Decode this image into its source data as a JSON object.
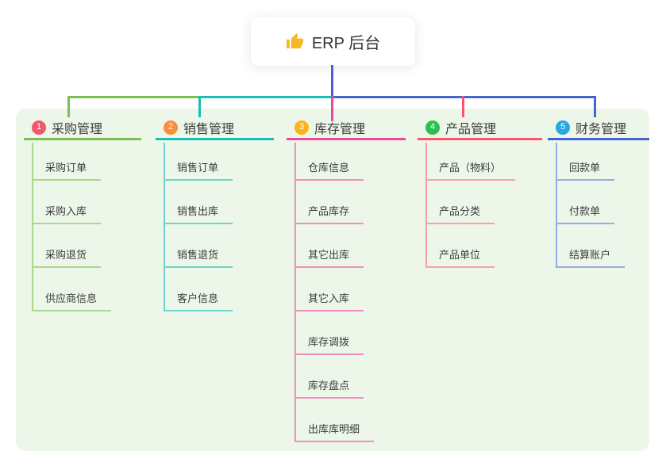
{
  "root": {
    "icon": "thumbs-up-icon",
    "label": "ERP 后台"
  },
  "theme": {
    "page_bg": "#ffffff",
    "panel_bg": "#ecf7e9",
    "card_bg": "#ffffff",
    "text_color": "#3c3c3c",
    "root_connector": "#4a5fd6",
    "thumb_color": "#f6b824"
  },
  "branches": [
    {
      "number": "1",
      "title": "采购管理",
      "badge_color": "#f4596b",
      "line_color": "#7cbe50",
      "child_line_color": "#a9d78b",
      "children": [
        "采购订单",
        "采购入库",
        "采购退货",
        "供应商信息"
      ]
    },
    {
      "number": "2",
      "title": "销售管理",
      "badge_color": "#fb8c3c",
      "line_color": "#17bfb5",
      "child_line_color": "#6ed3cb",
      "children": [
        "销售订单",
        "销售出库",
        "销售退货",
        "客户信息"
      ]
    },
    {
      "number": "3",
      "title": "库存管理",
      "badge_color": "#fcb414",
      "line_color": "#e8489b",
      "child_line_color": "#f18dc1",
      "children": [
        "仓库信息",
        "产品库存",
        "其它出库",
        "其它入库",
        "库存调拨",
        "库存盘点",
        "出库库明细"
      ]
    },
    {
      "number": "4",
      "title": "产品管理",
      "badge_color": "#2ebd52",
      "line_color": "#f8556a",
      "child_line_color": "#f9a0ab",
      "children": [
        "产品（物料）",
        "产品分类",
        "产品单位"
      ]
    },
    {
      "number": "5",
      "title": "财务管理",
      "badge_color": "#29a9e1",
      "line_color": "#4464d2",
      "child_line_color": "#97abe7",
      "children": [
        "回款单",
        "付款单",
        "结算账户"
      ]
    }
  ]
}
